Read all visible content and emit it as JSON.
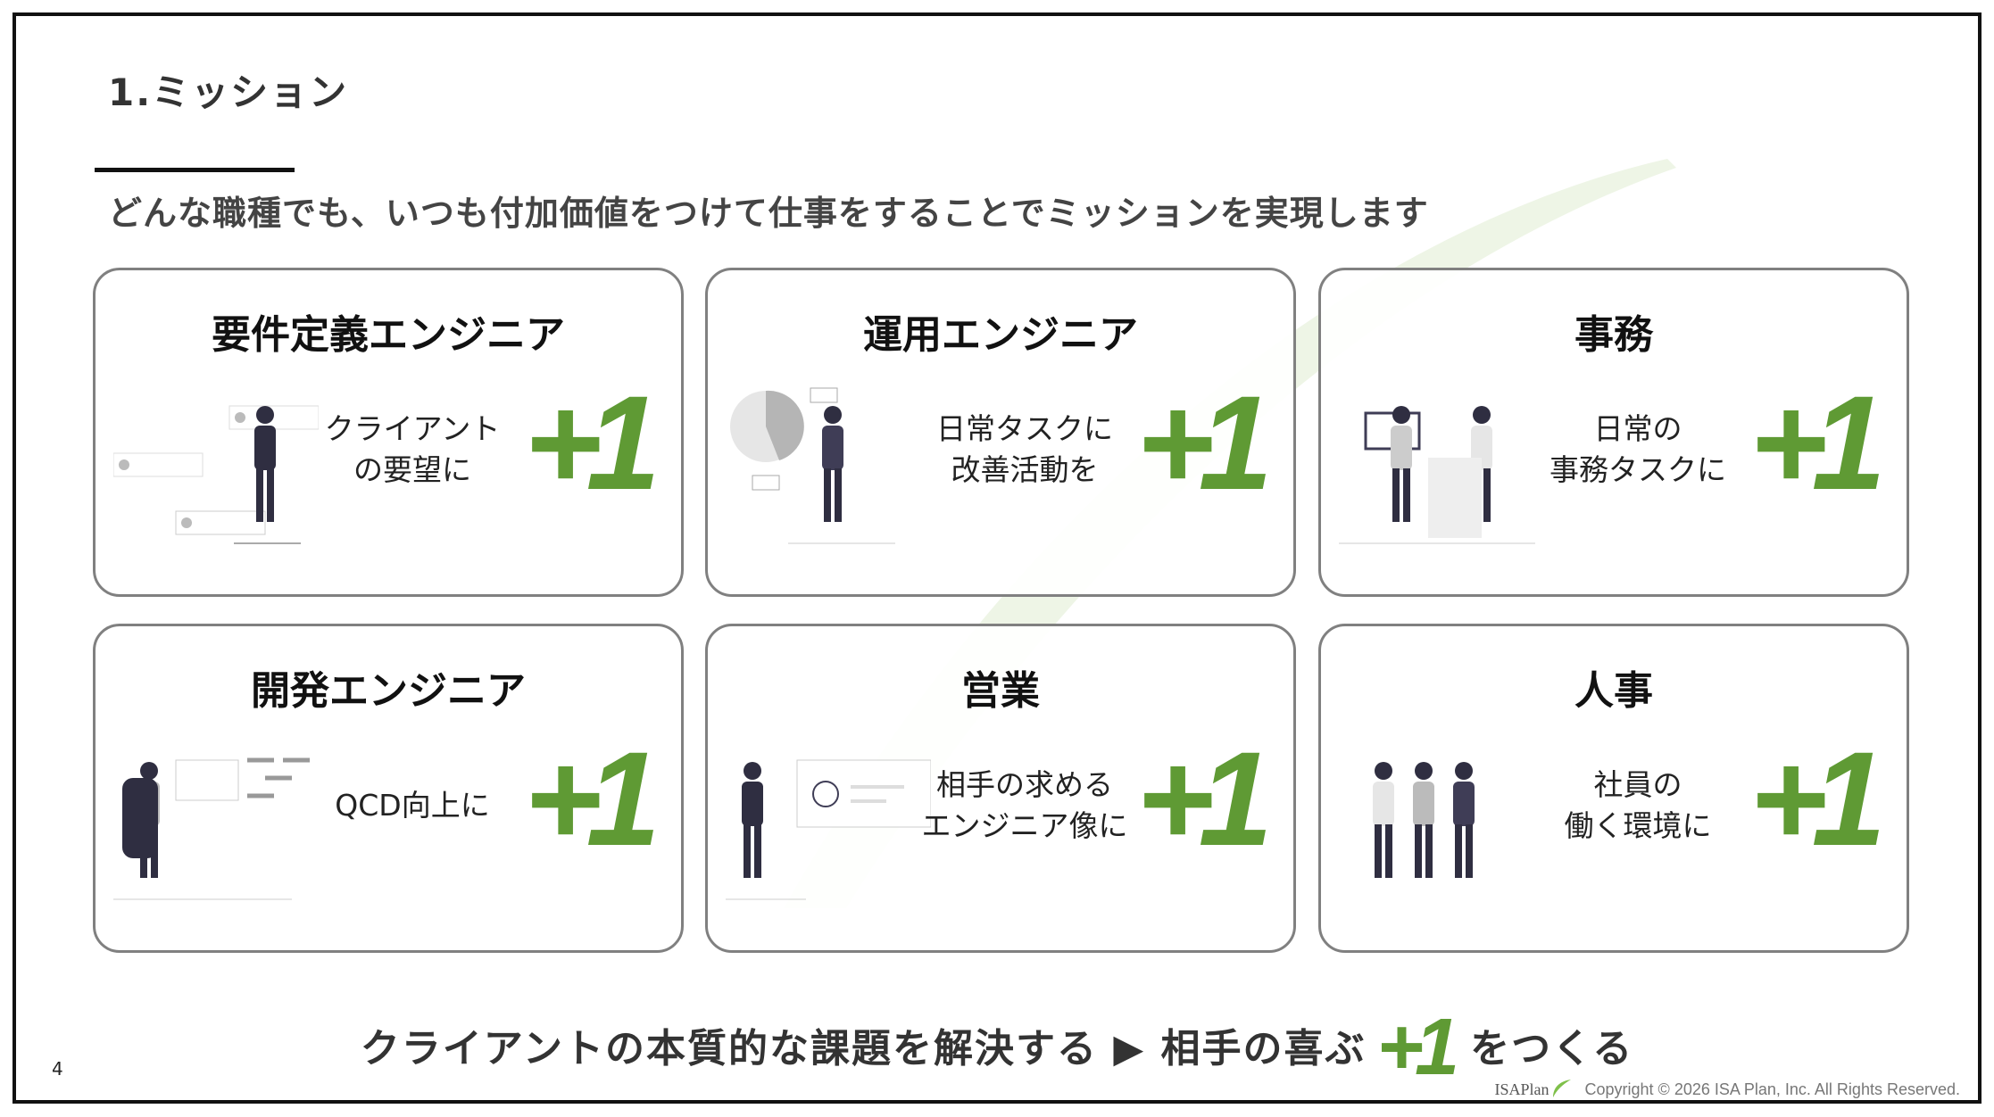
{
  "header": {
    "title": "1.ミッション",
    "subtitle": "どんな職種でも、いつも付加価値をつけて仕事をすることでミッションを実現します"
  },
  "cards": [
    {
      "title": "要件定義エンジニア",
      "lines": [
        "クライアント",
        "の要望に"
      ],
      "plus": "+1"
    },
    {
      "title": "運用エンジニア",
      "lines": [
        "日常タスクに",
        "改善活動を"
      ],
      "plus": "+1"
    },
    {
      "title": "事務",
      "lines": [
        "日常の",
        "事務タスクに"
      ],
      "plus": "+1"
    },
    {
      "title": "開発エンジニア",
      "lines": [
        "QCD向上に",
        ""
      ],
      "plus": "+1"
    },
    {
      "title": "営業",
      "lines": [
        "相手の求める",
        "エンジニア像に"
      ],
      "plus": "+1"
    },
    {
      "title": "人事",
      "lines": [
        "社員の",
        "働く環境に"
      ],
      "plus": "+1"
    }
  ],
  "bottom": {
    "before": "クライアントの本質的な課題を解決する ▶ 相手の喜ぶ",
    "plus": "+1",
    "after": "をつくる"
  },
  "footer": {
    "page": "4",
    "logo": "ISAPlan",
    "copyright": "Copyright © 2026 ISA Plan, Inc. All Rights Reserved."
  },
  "colors": {
    "accent": "#5f9a34",
    "border": "#808080"
  }
}
